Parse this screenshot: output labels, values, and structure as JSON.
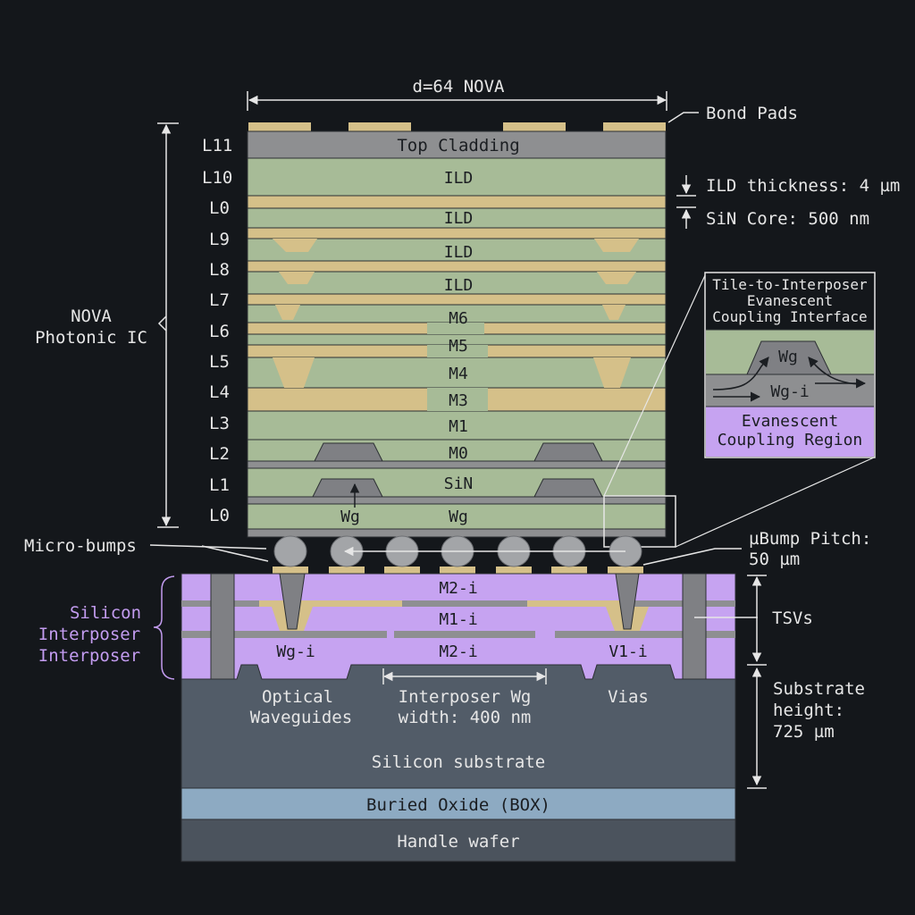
{
  "colors": {
    "background": "#14171b",
    "ild": "#a7bb97",
    "metal": "#d5c089",
    "cladding": "#8e8f91",
    "waveguide": "#7f8084",
    "interposer": "#c6a3f1",
    "substrate": "#525c68",
    "box": "#8daac2",
    "handle": "#4b535d",
    "bump": "#a3a5a8",
    "interposer_label": "#c39cf0"
  },
  "chip": {
    "width_label": "d=64 NOVA",
    "bond_pads_label": "Bond Pads",
    "side_label": [
      "NOVA",
      "Photonic IC"
    ],
    "layer_labels": [
      "L11",
      "L10",
      "L0",
      "L9",
      "L8",
      "L7",
      "L6",
      "L5",
      "L4",
      "L3",
      "L2",
      "L1",
      "L0"
    ],
    "layers": {
      "top_cladding": "Top Cladding",
      "ild_1": "ILD",
      "ild_2": "ILD",
      "ild_3": "ILD",
      "ild_4": "ILD",
      "m6": "M6",
      "m5": "M5",
      "m4": "M4",
      "m3": "M3",
      "m1": "M1",
      "m0": "M0",
      "sin": "SiN",
      "wg": "Wg"
    },
    "wg_left_label": "Wg",
    "ild_thickness_label": "ILD thickness: 4 µm",
    "sin_core_label": "SiN Core: 500 nm"
  },
  "inset": {
    "title": [
      "Tile-to-Interposer",
      "Evanescent",
      "Coupling Interface"
    ],
    "wg_label": "Wg",
    "wgi_label": "Wg-i",
    "region_label": [
      "Evanescent",
      "Coupling Region"
    ]
  },
  "bumps": {
    "label": "Micro-bumps",
    "pitch_label": [
      "µBump Pitch:",
      "50 µm"
    ]
  },
  "interposer": {
    "side_label": [
      "Silicon",
      "Interposer",
      "Interposer"
    ],
    "m2i_top": "M2-i",
    "m1i": "M1-i",
    "wgi": "Wg-i",
    "m2i_bottom": "M2-i",
    "v1i": "V1-i",
    "tsv_label": "TSVs"
  },
  "substrate": {
    "optical_label": [
      "Optical",
      "Waveguides"
    ],
    "wg_width_label": [
      "Interposer Wg",
      "width: 400 nm"
    ],
    "vias_label": "Vias",
    "substrate_label": "Silicon substrate",
    "height_label": [
      "Substrate",
      "height:",
      "725 µm"
    ],
    "box_label": "Buried Oxide (BOX)",
    "handle_label": "Handle wafer"
  }
}
